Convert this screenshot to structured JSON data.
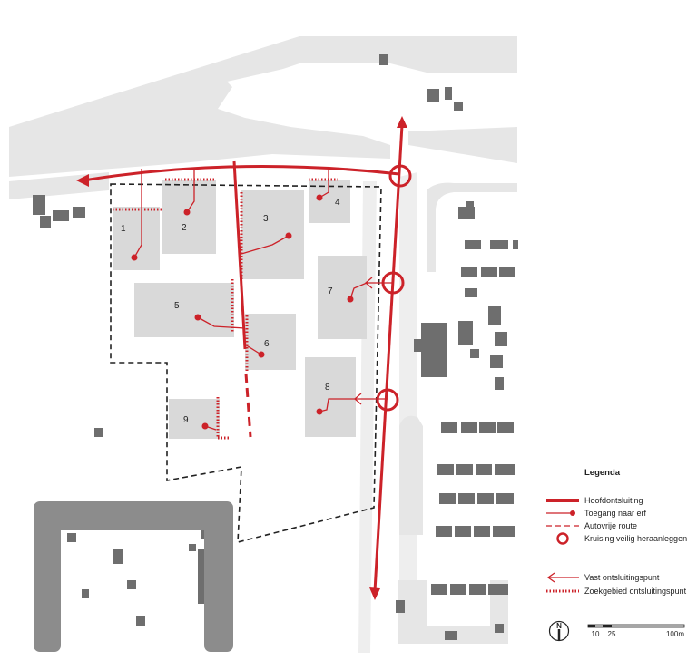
{
  "legend": {
    "title": "Legenda",
    "items": [
      {
        "key": "main",
        "label": "Hoofdontsluiting"
      },
      {
        "key": "access",
        "label": "Toegang naar erf"
      },
      {
        "key": "carfree",
        "label": "Autovrije route"
      },
      {
        "key": "crossing",
        "label": "Kruising veilig heraanleggen"
      },
      {
        "key": "fixedpoint",
        "label": "Vast ontsluitingspunt"
      },
      {
        "key": "searcharea",
        "label": "Zoekgebied ontsluitingspunt"
      }
    ]
  },
  "plots": [
    "1",
    "2",
    "3",
    "4",
    "5",
    "6",
    "7",
    "8",
    "9"
  ],
  "north_arrow": {
    "label": "N"
  },
  "scalebar": {
    "ticks": [
      "10",
      "25",
      "100m"
    ]
  },
  "colors": {
    "accent": "#cc2229",
    "building": "#d9d9d9",
    "dark_building": "#6e6e6e",
    "background_shape": "#e6e6e6"
  }
}
